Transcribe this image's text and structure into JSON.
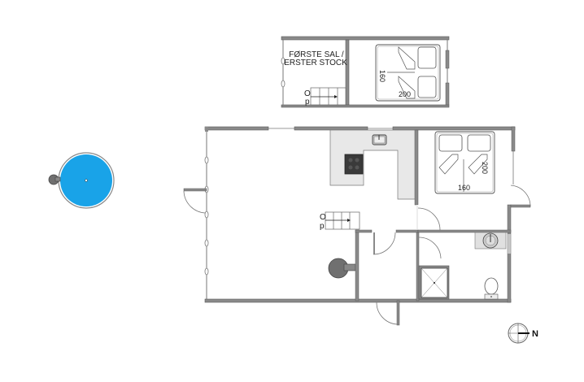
{
  "plan": {
    "upper_floor_label_line1": "FØRSTE SAL /",
    "upper_floor_label_line2": "ERSTER STOCK",
    "stair_up_label": "O",
    "stair_down_label": "p",
    "upper_bed_width": "160",
    "upper_bed_length": "200",
    "main_bed_width": "160",
    "main_bed_length": "200",
    "compass_label": "N"
  },
  "colors": {
    "wall": "#8a8a8a",
    "wall_edge": "#5a5a5a",
    "kitchen_counter": "#e8e8e8",
    "stove": "#3a3a3a",
    "pool_water": "#19a3e8",
    "stove_heater": "#707070"
  }
}
